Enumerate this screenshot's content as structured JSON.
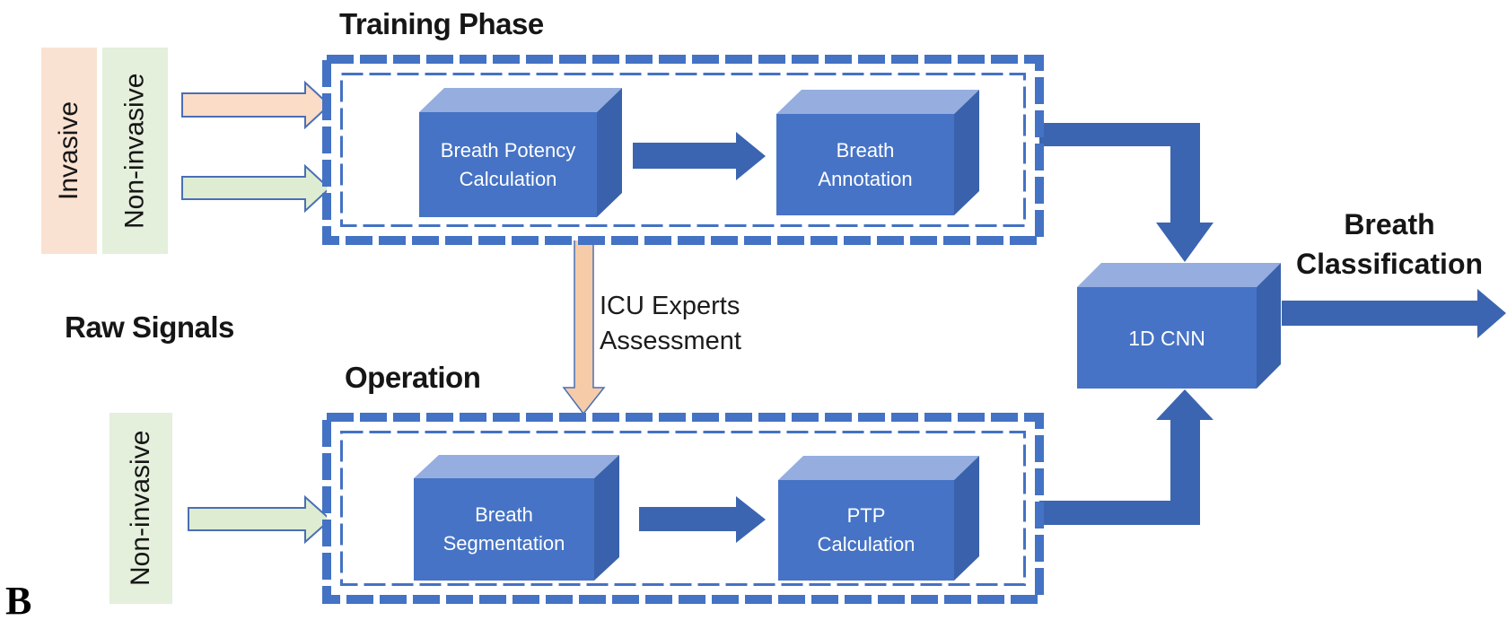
{
  "figure_label": "B",
  "titles": {
    "training": "Training Phase",
    "operation": "Operation"
  },
  "raw_signals_label": "Raw Signals",
  "input_labels": {
    "invasive": "Invasive",
    "noninvasive_top": "Non-invasive",
    "noninvasive_bottom": "Non-invasive"
  },
  "training": {
    "box1": {
      "line1": "Breath Potency",
      "line2": "Calculation"
    },
    "box2": {
      "line1": "Breath",
      "line2": "Annotation"
    }
  },
  "operation": {
    "box1": {
      "line1": "Breath",
      "line2": "Segmentation"
    },
    "box2": {
      "line1": "PTP",
      "line2": "Calculation"
    }
  },
  "icu": {
    "line1": "ICU Experts",
    "line2": "Assessment"
  },
  "cnn_label": "1D CNN",
  "output": {
    "line1": "Breath",
    "line2": "Classification"
  },
  "colors": {
    "box_front": "#4673C5",
    "box_top": "#95AEDF",
    "box_side": "#3A62AC",
    "connector_blue": "#3B65B0",
    "phase_border": "#4472C4",
    "peach_label_bg": "#FAE2D2",
    "peach_arrow_fill": "#FBDCC6",
    "icu_arrow_fill": "#F6CBA8",
    "green_label_bg": "#E4EFDC",
    "green_arrow_fill": "#DEEDD2",
    "arrow_outline": "#4A6FB5"
  }
}
